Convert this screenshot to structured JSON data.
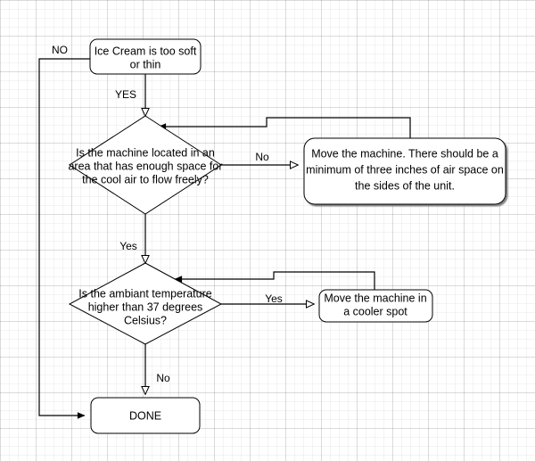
{
  "diagram": {
    "title": "Ice Cream machine troubleshooting flowchart",
    "background": "#ffffff",
    "line_color": "#000000",
    "text_color": "#000000",
    "nodes": {
      "start": {
        "type": "rounded-rect",
        "line1": "Ice Cream is too soft",
        "line2": "or thin"
      },
      "decision_space": {
        "type": "diamond",
        "line1": "Is the machine located in an",
        "line2": "area that has enough space for",
        "line3": "the cool air to flow freely?"
      },
      "action_space": {
        "type": "rounded-rect",
        "line1": "Move the machine. There should be a",
        "line2": "minimum of three inches of air space on",
        "line3": "the sides of the unit."
      },
      "decision_temp": {
        "type": "diamond",
        "line1": "Is the ambiant temperature",
        "line2": "higher than 37 degrees",
        "line3": "Celsius?"
      },
      "action_temp": {
        "type": "rounded-rect",
        "line1": "Move the machine in",
        "line2": "a cooler spot"
      },
      "done": {
        "type": "rounded-rect",
        "line1": "DONE"
      }
    },
    "edge_labels": {
      "start_no": "NO",
      "start_yes": "YES",
      "space_no": "No",
      "space_yes": "Yes",
      "temp_yes": "Yes",
      "temp_no": "No"
    }
  }
}
